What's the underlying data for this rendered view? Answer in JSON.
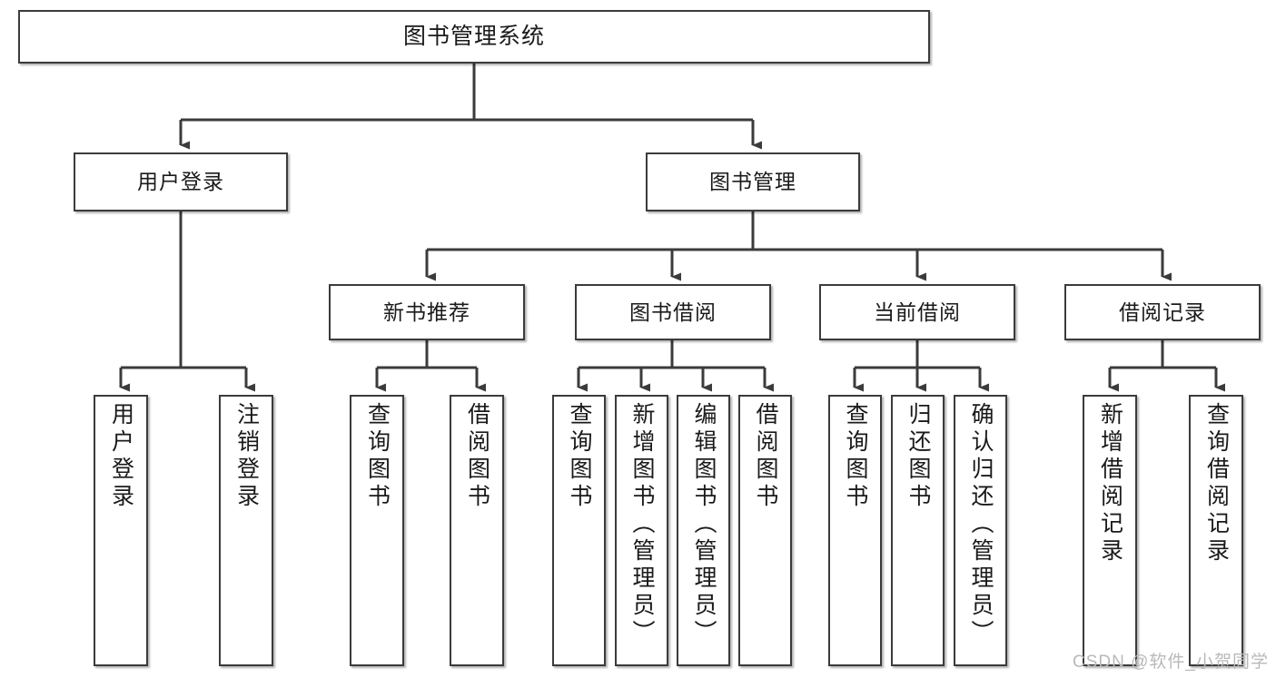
{
  "diagram": {
    "type": "tree",
    "title": "图书管理系统",
    "watermark": "CSDN @软件_小贺同学",
    "colors": {
      "background": "#ffffff",
      "border": "#3b3b3b",
      "text": "#1a1a1a",
      "connector": "#3b3b3b",
      "watermark": "#b9b9b9"
    },
    "nodes": {
      "root": {
        "label": "图书管理系统"
      },
      "level2": [
        {
          "label": "用户登录"
        },
        {
          "label": "图书管理"
        }
      ],
      "level3": [
        {
          "label": "新书推荐"
        },
        {
          "label": "图书借阅"
        },
        {
          "label": "当前借阅"
        },
        {
          "label": "借阅记录"
        }
      ],
      "leaves": [
        {
          "label": "用户登录"
        },
        {
          "label": "注销登录"
        },
        {
          "label": "查询图书"
        },
        {
          "label": "借阅图书"
        },
        {
          "label": "查询图书"
        },
        {
          "label": "新增图书（管理员）"
        },
        {
          "label": "编辑图书（管理员）"
        },
        {
          "label": "借阅图书"
        },
        {
          "label": "查询图书"
        },
        {
          "label": "归还图书"
        },
        {
          "label": "确认归还（管理员）"
        },
        {
          "label": "新增借阅记录"
        },
        {
          "label": "查询借阅记录"
        }
      ]
    }
  }
}
